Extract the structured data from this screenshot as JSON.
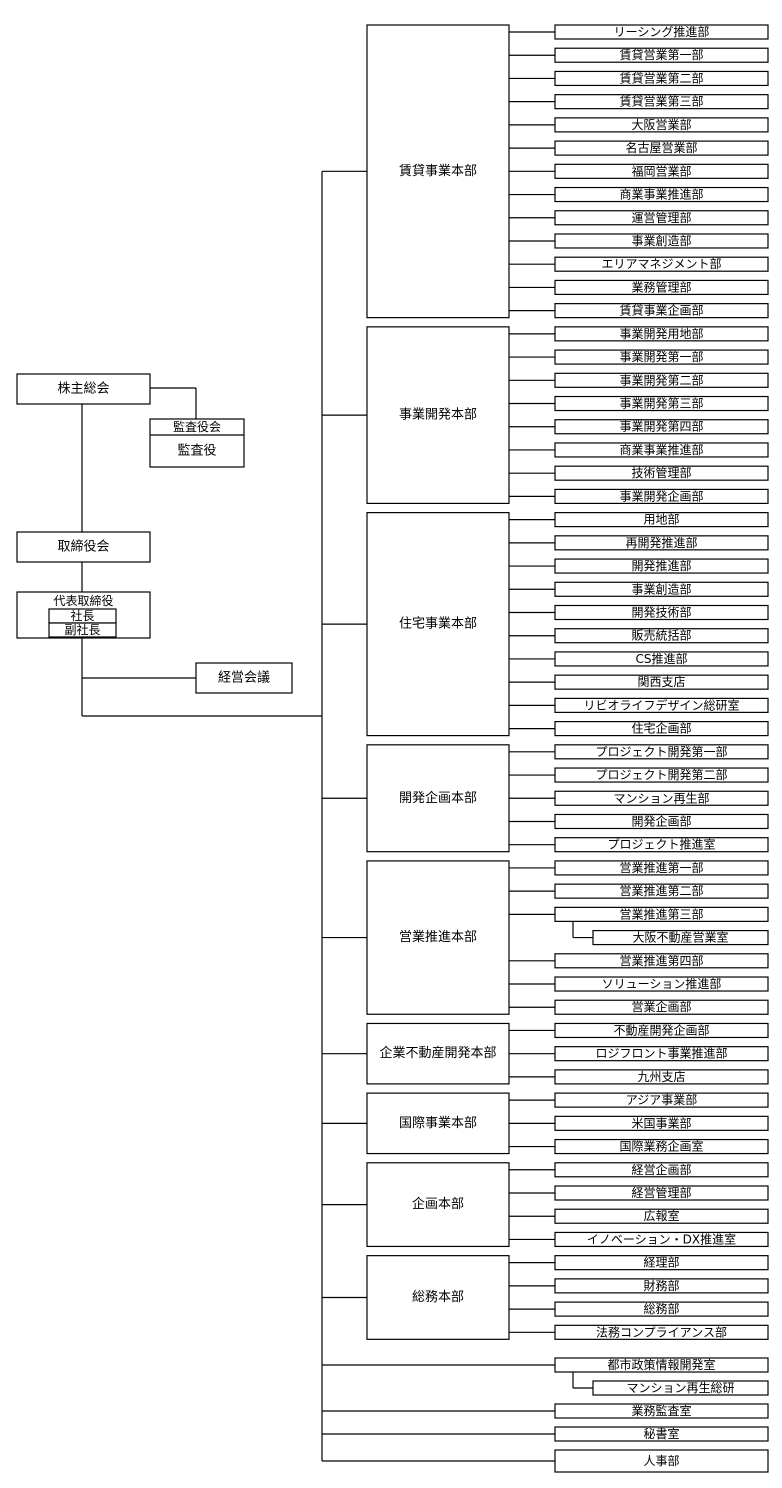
{
  "left": {
    "shareholders": "株主総会",
    "audit_board": "監査役会",
    "auditor": "監査役",
    "board": "取締役会",
    "rep": {
      "title": "代表取締役",
      "president": "社長",
      "vp": "副社長"
    },
    "mgmt_meeting": "経営会議"
  },
  "divisions": [
    {
      "name": "賃貸事業本部",
      "depts": [
        {
          "name": "リーシング推進部"
        },
        {
          "name": "賃貸営業第一部"
        },
        {
          "name": "賃貸営業第二部"
        },
        {
          "name": "賃貸営業第三部"
        },
        {
          "name": "大阪営業部"
        },
        {
          "name": "名古屋営業部"
        },
        {
          "name": "福岡営業部"
        },
        {
          "name": "商業事業推進部"
        },
        {
          "name": "運営管理部"
        },
        {
          "name": "事業創造部"
        },
        {
          "name": "エリアマネジメント部"
        },
        {
          "name": "業務管理部"
        },
        {
          "name": "賃貸事業企画部"
        }
      ]
    },
    {
      "name": "事業開発本部",
      "depts": [
        {
          "name": "事業開発用地部"
        },
        {
          "name": "事業開発第一部"
        },
        {
          "name": "事業開発第二部"
        },
        {
          "name": "事業開発第三部"
        },
        {
          "name": "事業開発第四部"
        },
        {
          "name": "商業事業推進部"
        },
        {
          "name": "技術管理部"
        },
        {
          "name": "事業開発企画部"
        }
      ]
    },
    {
      "name": "住宅事業本部",
      "depts": [
        {
          "name": "用地部"
        },
        {
          "name": "再開発推進部"
        },
        {
          "name": "開発推進部"
        },
        {
          "name": "事業創造部"
        },
        {
          "name": "開発技術部"
        },
        {
          "name": "販売統括部"
        },
        {
          "name": "CS推進部"
        },
        {
          "name": "関西支店"
        },
        {
          "name": "リビオライフデザイン総研室"
        },
        {
          "name": "住宅企画部"
        }
      ]
    },
    {
      "name": "開発企画本部",
      "depts": [
        {
          "name": "プロジェクト開発第一部"
        },
        {
          "name": "プロジェクト開発第二部"
        },
        {
          "name": "マンション再生部"
        },
        {
          "name": "開発企画部"
        },
        {
          "name": "プロジェクト推進室"
        }
      ]
    },
    {
      "name": "営業推進本部",
      "depts": [
        {
          "name": "営業推進第一部"
        },
        {
          "name": "営業推進第二部"
        },
        {
          "name": "営業推進第三部",
          "sub": "大阪不動産営業室"
        },
        {
          "name": "営業推進第四部"
        },
        {
          "name": "ソリューション推進部"
        },
        {
          "name": "営業企画部"
        }
      ]
    },
    {
      "name": "企業不動産開発本部",
      "depts": [
        {
          "name": "不動産開発企画部"
        },
        {
          "name": "ロジフロント事業推進部"
        },
        {
          "name": "九州支店"
        }
      ]
    },
    {
      "name": "国際事業本部",
      "depts": [
        {
          "name": "アジア事業部"
        },
        {
          "name": "米国事業部"
        },
        {
          "name": "国際業務企画室"
        }
      ]
    },
    {
      "name": "企画本部",
      "depts": [
        {
          "name": "経営企画部"
        },
        {
          "name": "経営管理部"
        },
        {
          "name": "広報室"
        },
        {
          "name": "イノベーション・DX推進室"
        }
      ]
    },
    {
      "name": "総務本部",
      "depts": [
        {
          "name": "経理部"
        },
        {
          "name": "財務部"
        },
        {
          "name": "総務部"
        },
        {
          "name": "法務コンプライアンス部"
        }
      ]
    }
  ],
  "standalone": [
    {
      "name": "都市政策情報開発室",
      "sub": "マンション再生総研"
    },
    {
      "name": "業務監査室"
    },
    {
      "name": "秘書室"
    },
    {
      "name": "人事部"
    }
  ]
}
